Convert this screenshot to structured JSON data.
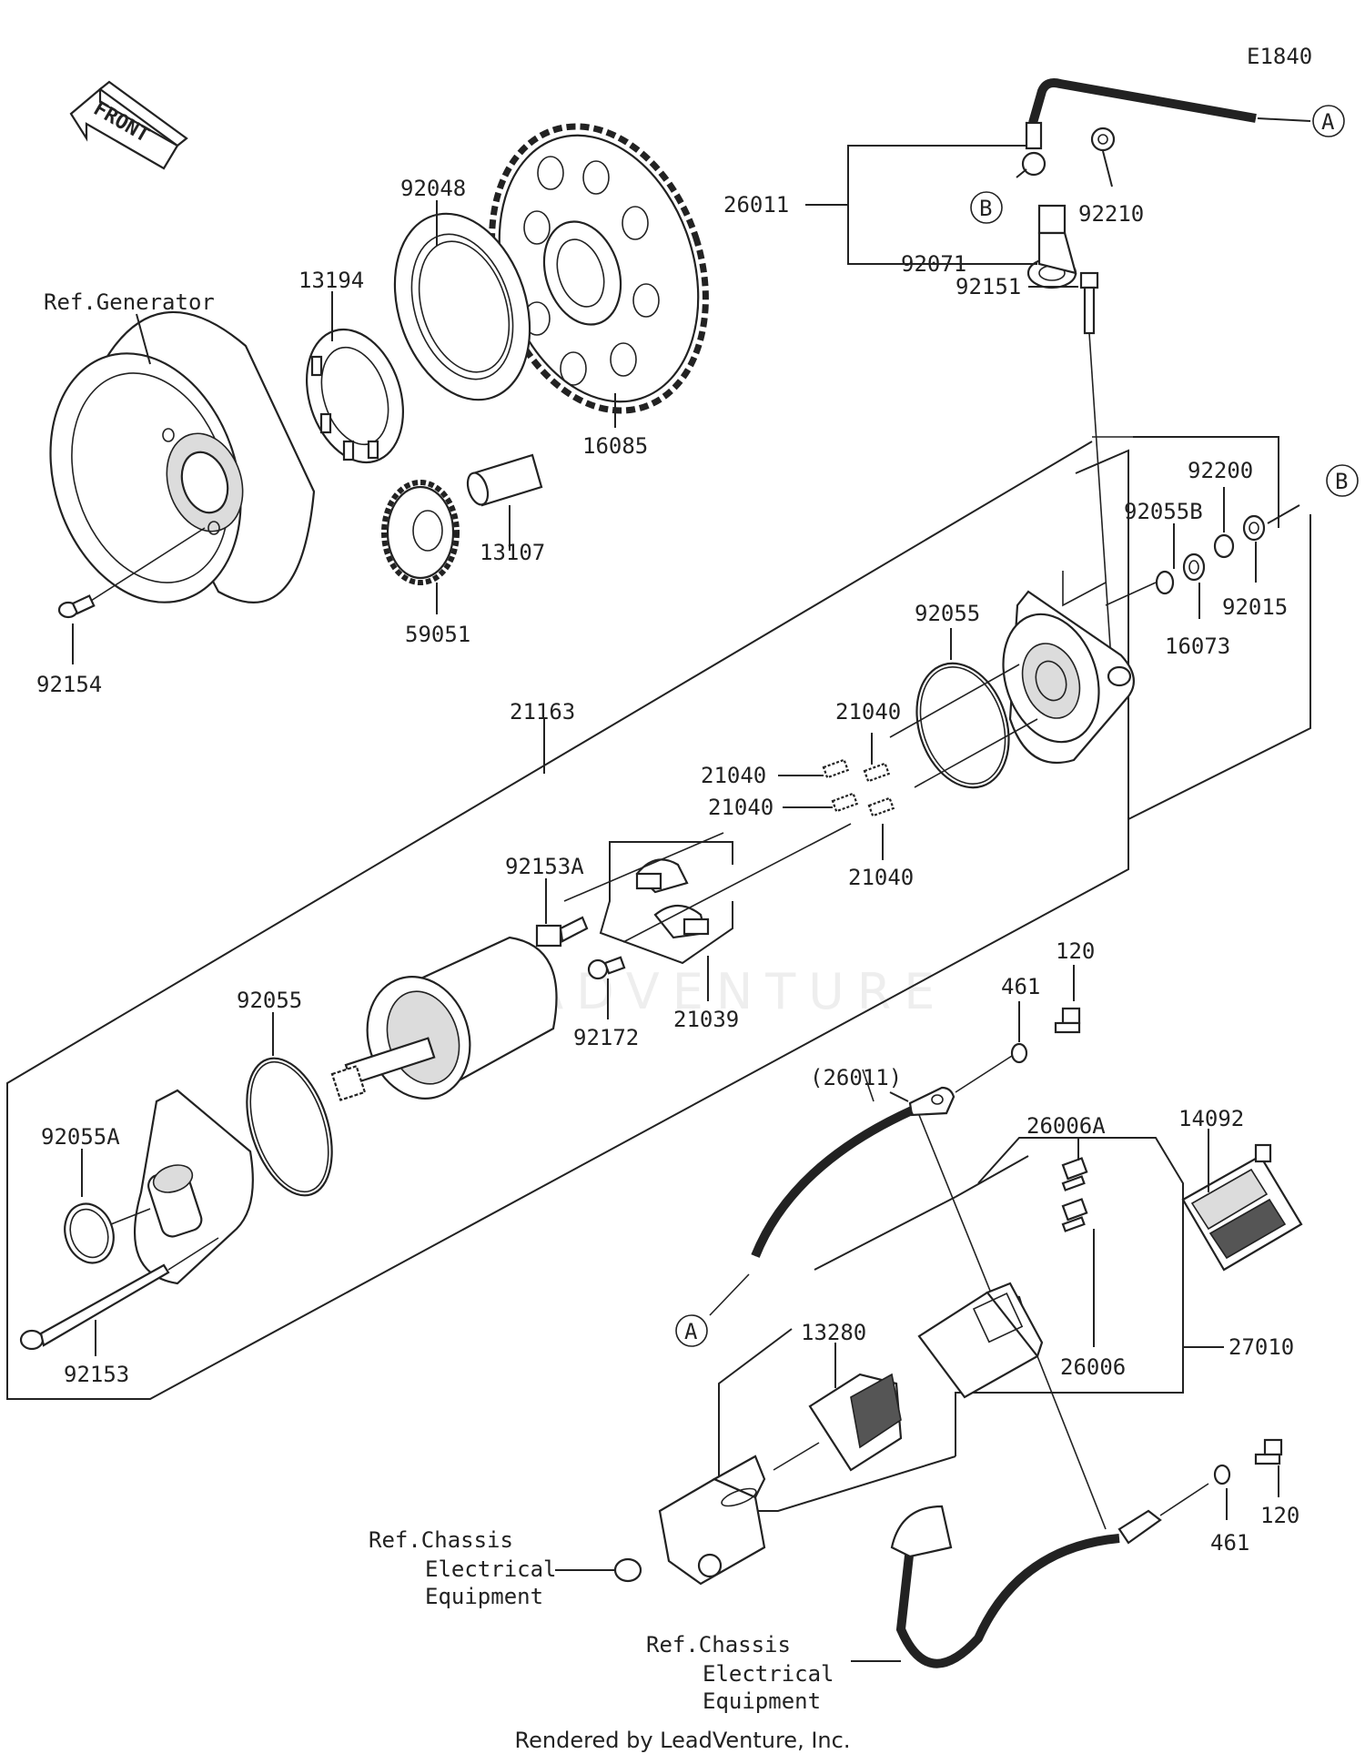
{
  "diagram_id": "E1840",
  "front_label": "FRONT",
  "watermark": "LEADVENTURE",
  "footer": "Rendered by LeadVenture, Inc.",
  "callouts": {
    "a1": "A",
    "a2": "A",
    "b1": "B",
    "b2": "B"
  },
  "parts": {
    "p26011": "26011",
    "p92210": "92210",
    "p92071": "92071",
    "p92048": "92048",
    "p13194": "13194",
    "pRefGen": "Ref.Generator",
    "p16085": "16085",
    "p92151": "92151",
    "p92200": "92200",
    "p92055B": "92055B",
    "p92015": "92015",
    "p16073": "16073",
    "p13107": "13107",
    "p59051": "59051",
    "p92154": "92154",
    "p92055a": "92055",
    "p21163": "21163",
    "p21040a": "21040",
    "p21040b": "21040",
    "p21040c": "21040",
    "p21040d": "21040",
    "p92153A": "92153A",
    "p92172": "92172",
    "p21039": "21039",
    "p120a": "120",
    "p461a": "461",
    "p92055b": "92055",
    "p26011paren": "(26011)",
    "p14092": "14092",
    "p92055A": "92055A",
    "p26006A": "26006A",
    "p27010": "27010",
    "p13280": "13280",
    "p26006": "26006",
    "p92153": "92153",
    "p120b": "120",
    "p461b": "461"
  },
  "refs": {
    "chassis1": [
      "Ref.Chassis",
      "Electrical",
      "Equipment"
    ],
    "chassis2": [
      "Ref.Chassis",
      "Electrical",
      "Equipment"
    ]
  }
}
